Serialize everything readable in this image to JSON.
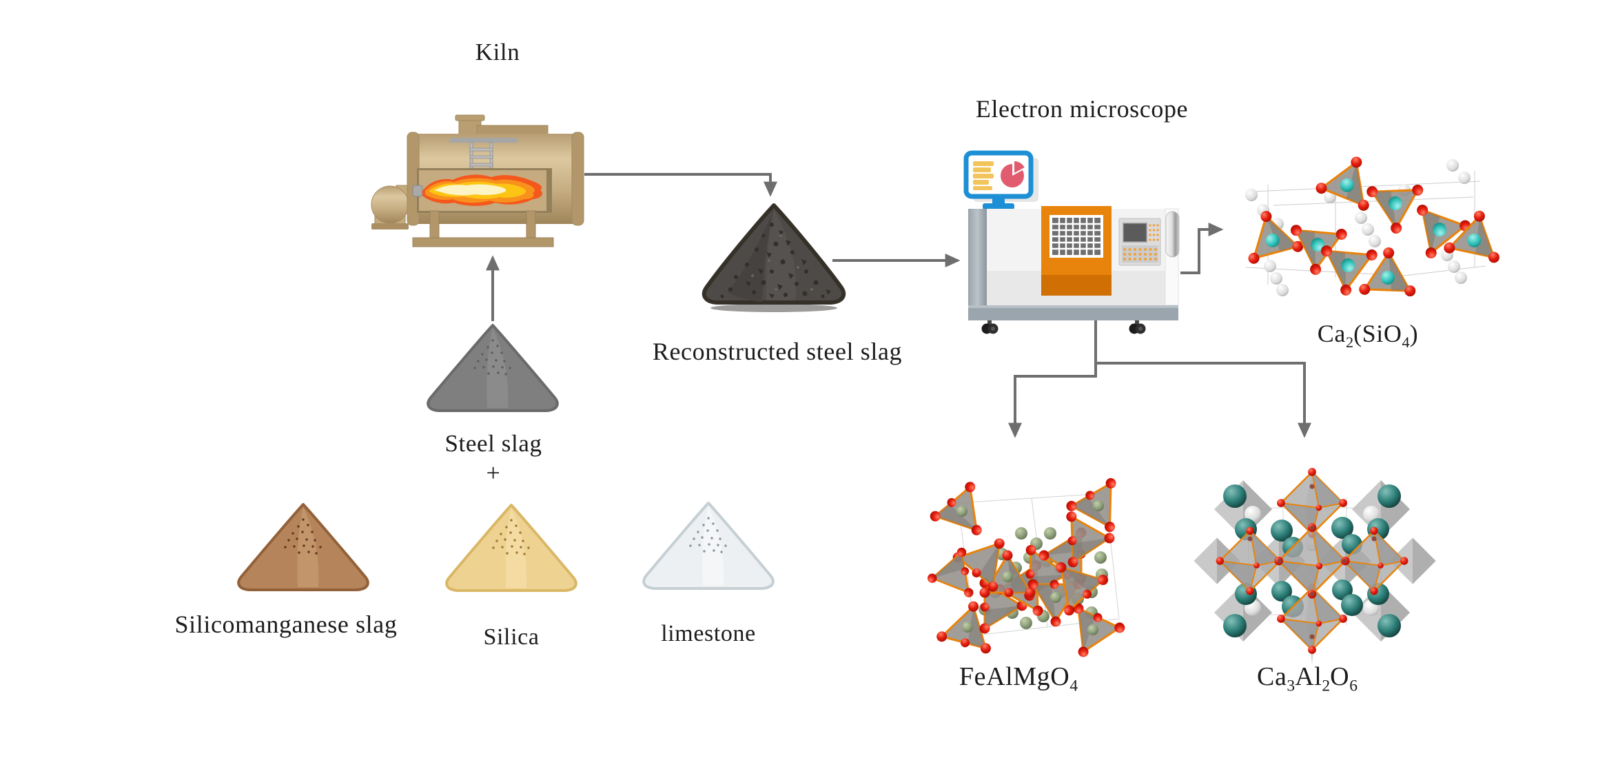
{
  "figure": {
    "background": "#ffffff",
    "labels": {
      "kiln": "Kiln",
      "steel_slag": "Steel slag",
      "plus_sign": "+",
      "reconstructed_steel_slag": "Reconstructed steel slag",
      "electron_microscope": "Electron microscope"
    },
    "additives": [
      {
        "label": "Silicomanganese slag",
        "pile_color": "#b5845a"
      },
      {
        "label": "Silica",
        "pile_color": "#eed292"
      },
      {
        "label": "limestone",
        "pile_color": "#edf0f2"
      }
    ],
    "piles": {
      "steel_slag_color": "#7f7f7f",
      "reconstructed_color": "#4d4a47"
    },
    "phases": [
      {
        "id": "ca2sio4",
        "formula": [
          {
            "t": "Ca"
          },
          {
            "sub": "2"
          },
          {
            "t": "(SiO"
          },
          {
            "sub": "4"
          },
          {
            "t": ")"
          }
        ]
      },
      {
        "id": "fealmgo4",
        "formula": [
          {
            "t": "FeAlMgO"
          },
          {
            "sub": "4"
          }
        ]
      },
      {
        "id": "ca3al2o6",
        "formula": [
          {
            "t": "Ca"
          },
          {
            "sub": "3"
          },
          {
            "t": "Al"
          },
          {
            "sub": "2"
          },
          {
            "t": "O"
          },
          {
            "sub": "6"
          }
        ]
      }
    ],
    "icons": {
      "kiln": "kiln-icon",
      "flame": "flame-icon",
      "monitor": "monitor-chart-icon",
      "microscope": "electron-microscope-icon",
      "material_pile": "material-pile-icon",
      "crystal": "crystal-structure-icon",
      "arrow": "flow-arrow-icon"
    },
    "colors": {
      "arrow": "#6e6e6e",
      "text": "#1c1c1c",
      "kiln_body": "#c7ad82",
      "flame_orange": "#f8921d",
      "flame_yellow": "#fdc513",
      "monitor_blue": "#1d8fd4",
      "pie_pink": "#e05c6e",
      "bar_yellow": "#f2c45c",
      "machine_orange": "#e8830b",
      "polyhedron_edge": "#e8830c",
      "oxygen_red": "#e51d0e",
      "silicon_teal": "#35c4bc",
      "calcium_teal": "#2b7c76",
      "magnesium_olive": "#8fa07c",
      "white_atom": "#dcdcdc"
    }
  }
}
